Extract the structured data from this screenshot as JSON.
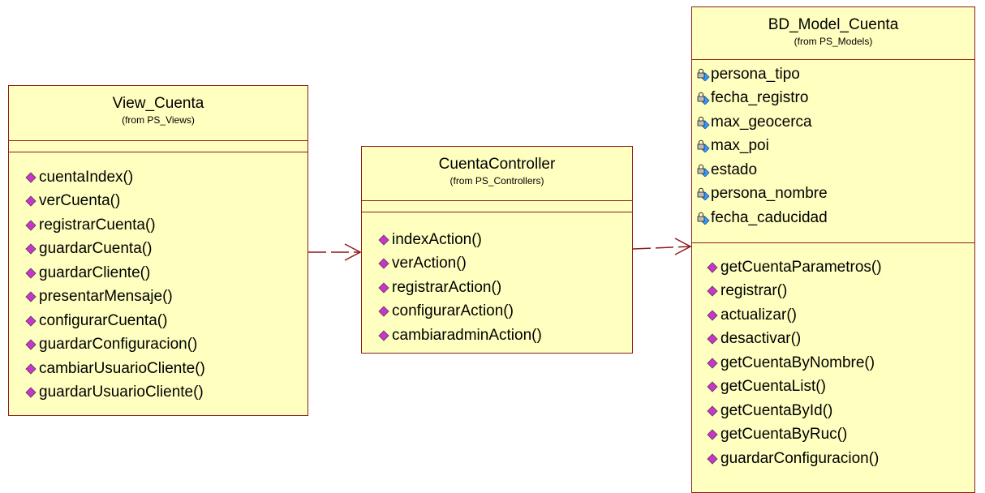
{
  "classes": {
    "view": {
      "name": "View_Cuenta",
      "from": "(from PS_Views)",
      "methods": [
        "cuentaIndex()",
        "verCuenta()",
        "registrarCuenta()",
        "guardarCuenta()",
        "guardarCliente()",
        "presentarMensaje()",
        "configurarCuenta()",
        "guardarConfiguracion()",
        "cambiarUsuarioCliente()",
        "guardarUsuarioCliente()"
      ]
    },
    "controller": {
      "name": "CuentaController",
      "from": "(from PS_Controllers)",
      "methods": [
        "indexAction()",
        "verAction()",
        "registrarAction()",
        "configurarAction()",
        "cambiaradminAction()"
      ]
    },
    "model": {
      "name": "BD_Model_Cuenta",
      "from": "(from PS_Models)",
      "attributes": [
        "persona_tipo",
        "fecha_registro",
        "max_geocerca",
        "max_poi",
        "estado",
        "persona_nombre",
        "fecha_caducidad"
      ],
      "methods": [
        "getCuentaParametros()",
        "registrar()",
        "actualizar()",
        "desactivar()",
        "getCuentaByNombre()",
        "getCuentaList()",
        "getCuentaById()",
        "getCuentaByRuc()",
        "guardarConfiguracion()"
      ]
    }
  },
  "icons": {
    "method": "public-method-icon",
    "attribute": "private-attribute-icon"
  },
  "colors": {
    "class_fill": "#ffffc0",
    "class_border": "#8b1a1a",
    "method_icon": "#cc33cc",
    "attribute_icon": "#3399ff"
  }
}
